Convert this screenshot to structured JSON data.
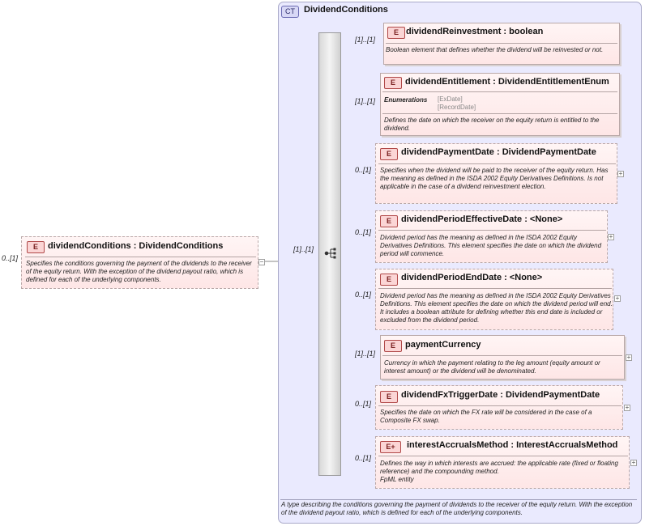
{
  "root": {
    "badge": "E",
    "name": "dividendConditions : DividendConditions",
    "multiplicity": "0..[1]",
    "description": "Specifies the conditions governing the payment of the dividends to the receiver of the equity return. With the exception of the dividend payout ratio, which is defined for each of the underlying components."
  },
  "complex_type": {
    "badge": "CT",
    "name": "DividendConditions",
    "description": "A type describing the conditions governing the payment of dividends to the receiver of the equity return. With the exception of the dividend payout ratio, which is defined for each of the underlying components."
  },
  "sequence": {
    "multiplicity": "[1]..[1]"
  },
  "elements": [
    {
      "badge": "E",
      "name": "dividendReinvestment : boolean",
      "multiplicity": "[1]..[1]",
      "description": "Boolean element that defines whether the dividend will be reinvested or not."
    },
    {
      "badge": "E",
      "name": "dividendEntitlement : DividendEntitlementEnum",
      "multiplicity": "[1]..[1]",
      "enum_label": "Enumerations",
      "enum_values": [
        "[ExDate]",
        "[RecordDate]"
      ],
      "description": "Defines the date on which the receiver on the equity return is entitled to the dividend."
    },
    {
      "badge": "E",
      "name": "dividendPaymentDate : DividendPaymentDate",
      "multiplicity": "0..[1]",
      "description": "Specifies when the dividend will be paid to the receiver of the equity return. Has the meaning as defined in the ISDA 2002 Equity Derivatives Definitions. Is not applicable in the case of a dividend reinvestment election."
    },
    {
      "badge": "E",
      "name": "dividendPeriodEffectiveDate : <None>",
      "multiplicity": "0..[1]",
      "description": "Dividend period has the meaning as defined in the ISDA 2002 Equity Derivatives Definitions. This element specifies the date on which the dividend period will commence."
    },
    {
      "badge": "E",
      "name": "dividendPeriodEndDate : <None>",
      "multiplicity": "0..[1]",
      "description": "Dividend period has the meaning as defined in the ISDA 2002 Equity Derivatives Definitions. This element specifies the date on which the dividend period will end. It includes a boolean attribute for defining whether this end date is included or excluded from the dividend period."
    },
    {
      "badge": "E",
      "name": "paymentCurrency",
      "multiplicity": "[1]..[1]",
      "description": "Currency in which the payment relating to the leg amount (equity amount or interest amount) or the dividend will be denominated."
    },
    {
      "badge": "E",
      "name": "dividendFxTriggerDate : DividendPaymentDate",
      "multiplicity": "0..[1]",
      "description": "Specifies the date on which the FX rate will be considered in the case of a Composite FX swap."
    },
    {
      "badge": "E+",
      "name": "interestAccrualsMethod : InterestAccrualsMethod",
      "multiplicity": "0..[1]",
      "description": "Defines the way in which interests are accrued: the applicable rate (fixed or floating reference) and the compounding method.\nFpML entity"
    }
  ]
}
